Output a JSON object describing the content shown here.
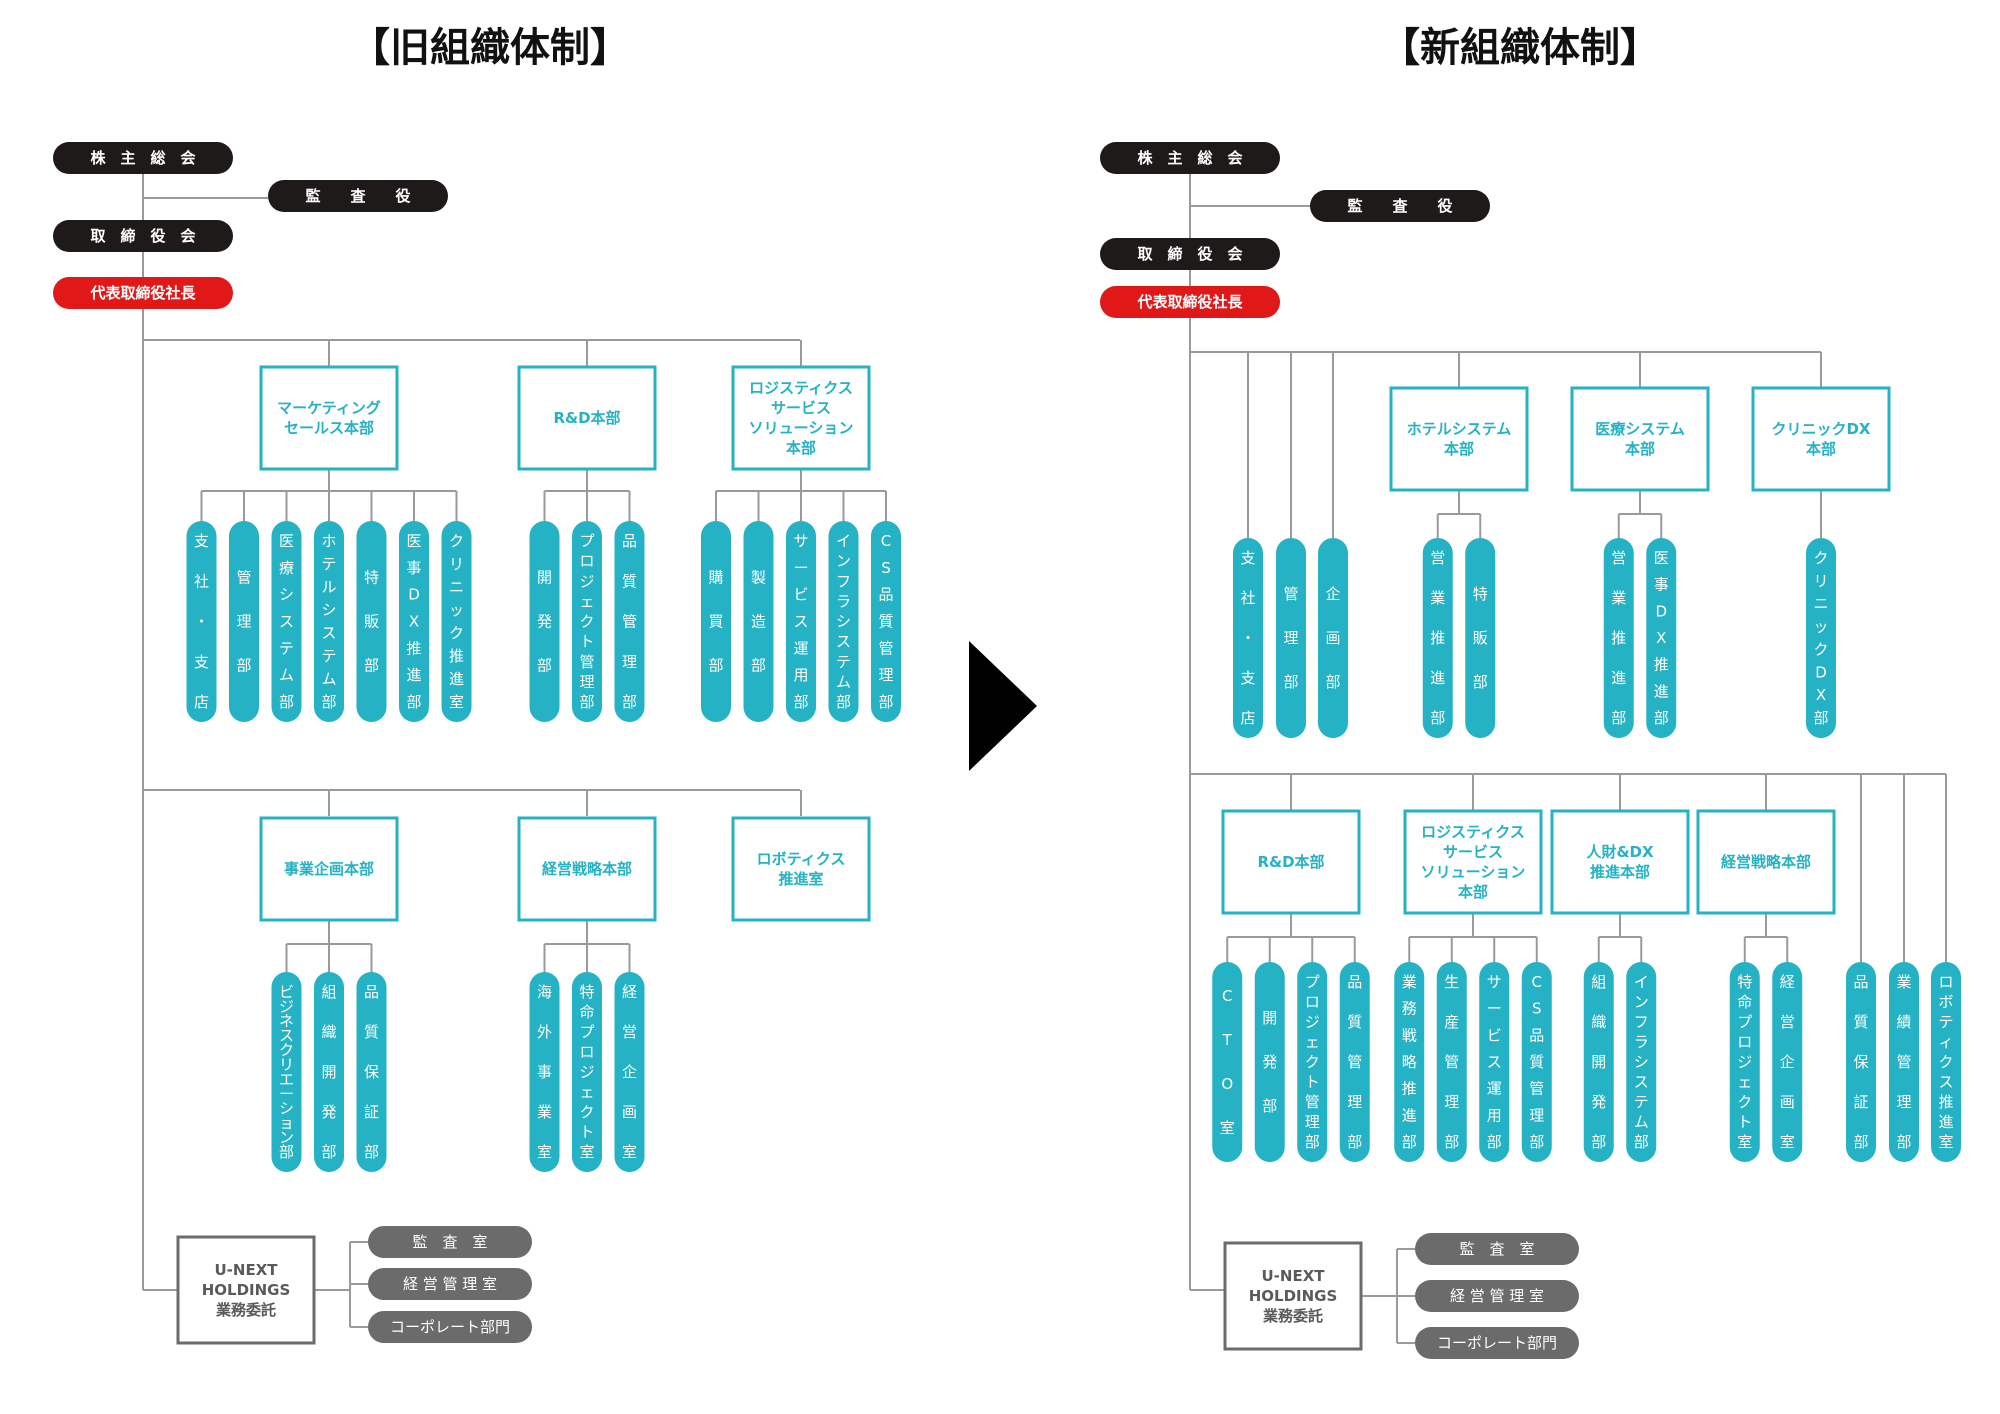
{
  "old": {
    "heading": "【旧組織体制】",
    "top": {
      "shareholders": "株　主　総　会",
      "auditor": "監　　査　　役",
      "board": "取　締　役　会",
      "president": "代表取締役社長"
    },
    "divisions": [
      {
        "lines": [
          "マーケティング",
          "セールス本部"
        ],
        "depts": [
          "支社・支店",
          "管理部",
          "医療システム部",
          "ホテルシステム部",
          "特販部",
          "医事DX推進部",
          "クリニック推進室"
        ]
      },
      {
        "lines": [
          "R&D本部"
        ],
        "depts": [
          "開発部",
          "プロジェクト管理部",
          "品質管理部"
        ]
      },
      {
        "lines": [
          "ロジスティクス",
          "サービス",
          "ソリューション",
          "本部"
        ],
        "depts": [
          "購買部",
          "製造部",
          "サービス運用部",
          "インフラシステム部",
          "CS品質管理部"
        ]
      },
      {
        "lines": [
          "事業企画本部"
        ],
        "depts": [
          "ビジネスクリエーション部",
          "組織開発部",
          "品質保証部"
        ]
      },
      {
        "lines": [
          "経営戦略本部"
        ],
        "depts": [
          "海外事業室",
          "特命プロジェクト室",
          "経営企画室"
        ]
      },
      {
        "lines": [
          "ロボティクス",
          "推進室"
        ],
        "depts": []
      }
    ],
    "holdings": {
      "lines": [
        "U-NEXT",
        "HOLDINGS",
        "業務委託"
      ],
      "items": [
        "監　査　室",
        "経 営 管 理 室",
        "コーポレート部門"
      ]
    }
  },
  "new": {
    "heading": "【新組織体制】",
    "top": {
      "shareholders": "株　主　総　会",
      "auditor": "監　　査　　役",
      "board": "取　締　役　会",
      "president": "代表取締役社長"
    },
    "direct_top": [
      "支社・支店",
      "管理部",
      "企画部"
    ],
    "divisions_top": [
      {
        "lines": [
          "ホテルシステム",
          "本部"
        ],
        "depts": [
          "営業推進部",
          "特販部"
        ]
      },
      {
        "lines": [
          "医療システム",
          "本部"
        ],
        "depts": [
          "営業推進部",
          "医事DX推進部"
        ]
      },
      {
        "lines": [
          "クリニックDX",
          "本部"
        ],
        "depts": [
          "クリニックDX部"
        ]
      }
    ],
    "divisions_bottom": [
      {
        "lines": [
          "R&D本部"
        ],
        "depts": [
          "CTO室",
          "開発部",
          "プロジェクト管理部",
          "品質管理部"
        ]
      },
      {
        "lines": [
          "ロジスティクス",
          "サービス",
          "ソリューション",
          "本部"
        ],
        "depts": [
          "業務戦略推進部",
          "生産管理部",
          "サービス運用部",
          "CS品質管理部"
        ]
      },
      {
        "lines": [
          "人財&DX",
          "推進本部"
        ],
        "depts": [
          "組織開発部",
          "インフラシステム部"
        ]
      },
      {
        "lines": [
          "経営戦略本部"
        ],
        "depts": [
          "特命プロジェクト室",
          "経営企画室"
        ]
      }
    ],
    "direct_bottom": [
      "品質保証部",
      "業績管理部",
      "ロボティクス推進室"
    ],
    "holdings": {
      "lines": [
        "U-NEXT",
        "HOLDINGS",
        "業務委託"
      ],
      "items": [
        "監　査　室",
        "経 営 管 理 室",
        "コーポレート部門"
      ]
    }
  },
  "colors": {
    "teal": "#25b2c4",
    "dark": "#1e1a19",
    "red": "#e01818",
    "gray": "#6b6b6b",
    "line": "#9a9a9a",
    "arrow": "#000000"
  },
  "icons": {
    "arrow": "right-triangle-arrow-icon"
  }
}
